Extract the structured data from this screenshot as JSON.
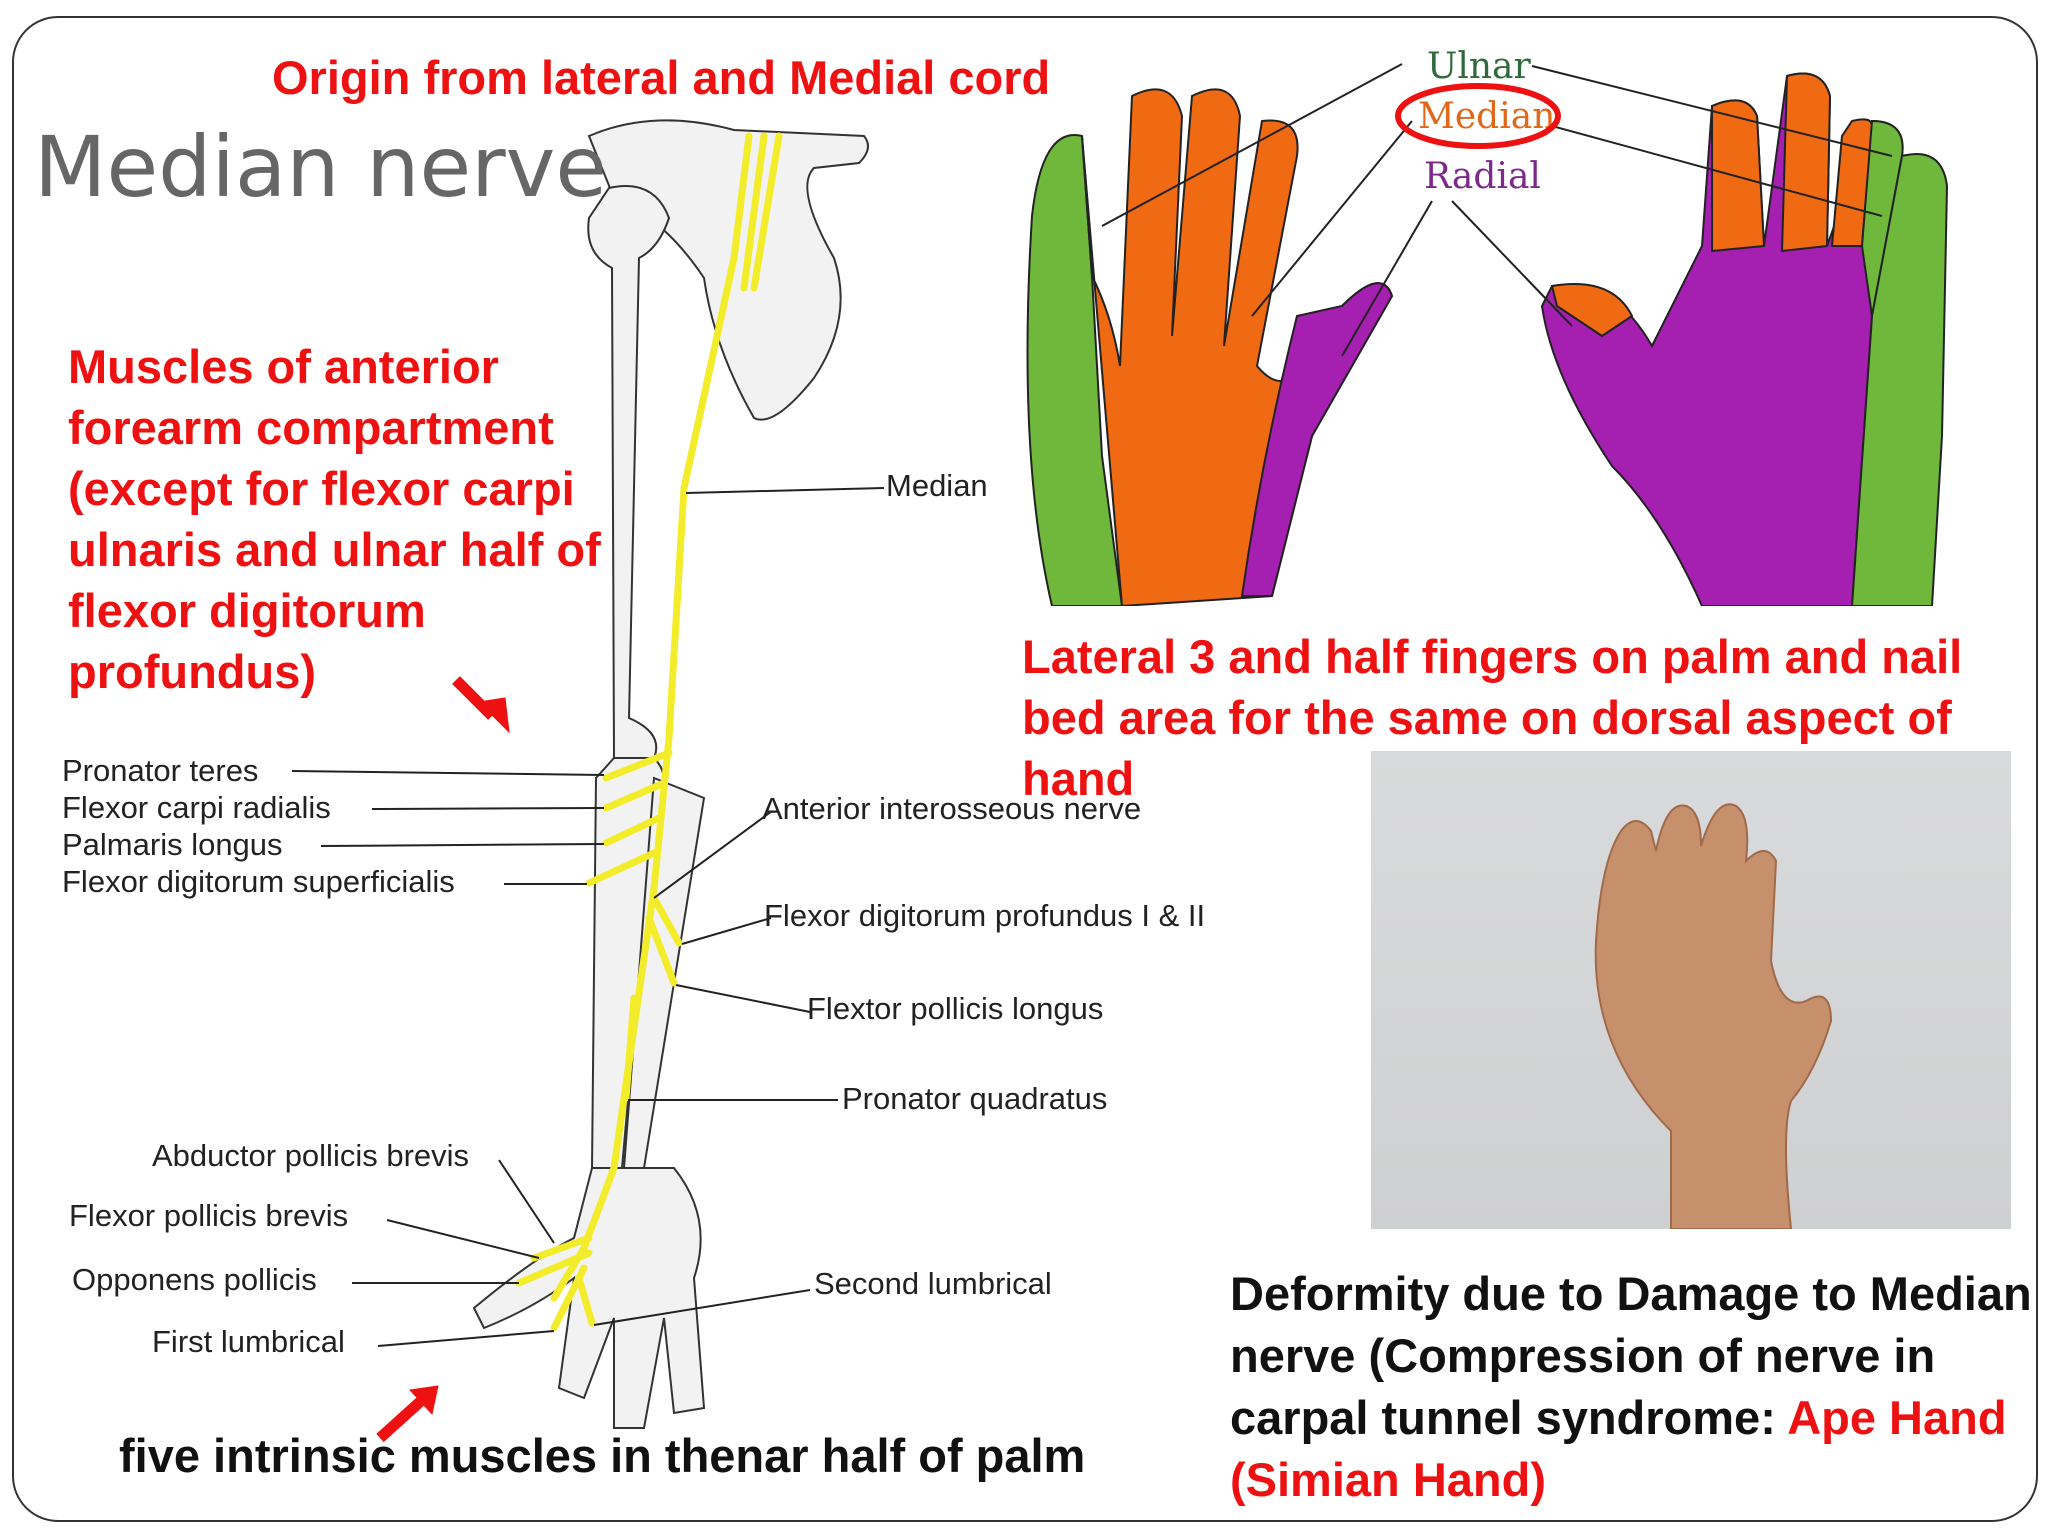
{
  "slide": {
    "title": "Median nerve",
    "origin_text": "Origin from lateral and Medial cord",
    "muscles_text": "Muscles of anterior forearm compartment (except for flexor carpi ulnaris and ulnar half of flexor digitorum profundus)",
    "sensory_text": "Lateral 3 and half fingers on palm and nail bed area for the same on dorsal aspect of hand",
    "thenar_text": "five intrinsic muscles in thenar half of palm",
    "deformity_text": "Deformity due to Damage to Median nerve (Compression of nerve in carpal tunnel syndrome:",
    "ape_hand_text": "Ape Hand (Simian Hand)"
  },
  "diagram_labels": {
    "median": "Median",
    "pronator_teres": "Pronator teres",
    "flexor_carpi_radialis": "Flexor carpi radialis",
    "palmaris_longus": "Palmaris longus",
    "flexor_digitorum_superficialis": "Flexor digitorum superficialis",
    "anterior_interosseous": "Anterior interosseous nerve",
    "fdp": "Flexor digitorum profundus I & II",
    "fpl": "Flextor pollicis longus",
    "pronator_quadratus": "Pronator quadratus",
    "abductor_pollicis_brevis": "Abductor pollicis brevis",
    "flexor_pollicis_brevis": "Flexor pollicis brevis",
    "opponens_pollicis": "Opponens pollicis",
    "first_lumbrical": "First lumbrical",
    "second_lumbrical": "Second lumbrical"
  },
  "hand_legend": {
    "ulnar": "Ulnar",
    "median": "Median",
    "radial": "Radial"
  },
  "colors": {
    "nerve": "#f2ec2a",
    "ulnar_zone": "#6fb83b",
    "median_zone": "#ef6a12",
    "radial_zone": "#a51fb0",
    "highlight": "#ee1111"
  }
}
